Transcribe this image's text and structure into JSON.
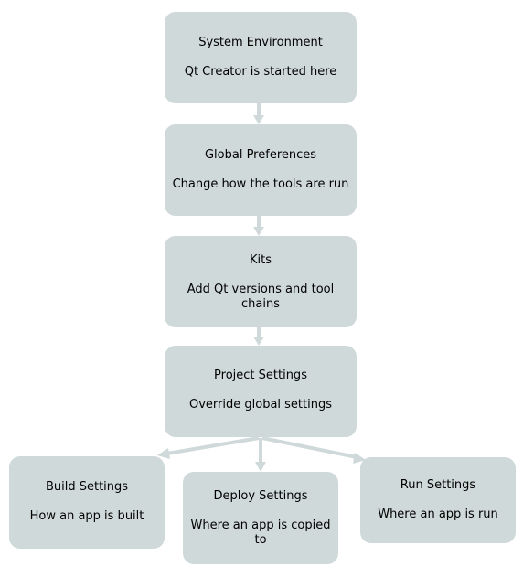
{
  "diagram": {
    "nodes": {
      "system_environment": {
        "title": "System Environment",
        "description": "Qt Creator is started here"
      },
      "global_preferences": {
        "title": "Global Preferences",
        "description": "Change how the tools are run"
      },
      "kits": {
        "title": "Kits",
        "description": "Add Qt versions and tool chains"
      },
      "project_settings": {
        "title": "Project Settings",
        "description": "Override global settings"
      },
      "build_settings": {
        "title": "Build Settings",
        "description": "How an app is built"
      },
      "deploy_settings": {
        "title": "Deploy Settings",
        "description": "Where an app is copied to"
      },
      "run_settings": {
        "title": "Run Settings",
        "description": "Where an app is run"
      }
    },
    "edges": [
      {
        "from": "system_environment",
        "to": "global_preferences"
      },
      {
        "from": "global_preferences",
        "to": "kits"
      },
      {
        "from": "kits",
        "to": "project_settings"
      },
      {
        "from": "project_settings",
        "to": "build_settings"
      },
      {
        "from": "project_settings",
        "to": "deploy_settings"
      },
      {
        "from": "project_settings",
        "to": "run_settings"
      }
    ],
    "colors": {
      "node_fill": "#cfd9d9",
      "connector": "#cfd9d9",
      "text": "#000000"
    }
  }
}
